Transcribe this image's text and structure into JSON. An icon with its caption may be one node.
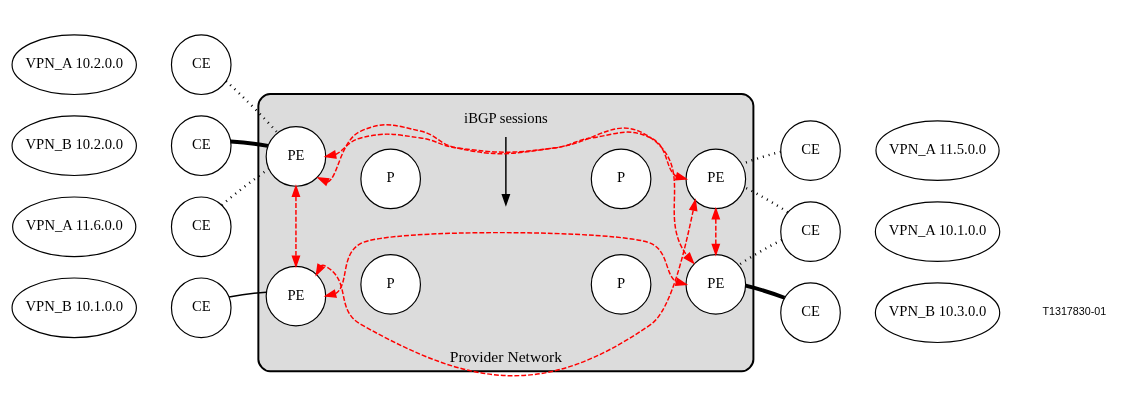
{
  "diagram": {
    "nodes": [
      {
        "text": [
          "Provider Network"
        ]
      },
      {
        "text": [
          "iBGP sessions"
        ],
        "in": 0
      },
      {
        "text": [
          "VPN_A 10.2.0.0"
        ]
      },
      {
        "text": [
          "CE"
        ]
      },
      {
        "text": [
          "VPN_B 10.2.0.0"
        ]
      },
      {
        "text": [
          "CE"
        ]
      },
      {
        "text": [
          "VPN_A 11.6.0.0"
        ]
      },
      {
        "text": [
          "CE"
        ]
      },
      {
        "text": [
          "VPN_B 10.1.0.0"
        ]
      },
      {
        "text": [
          "CE"
        ]
      },
      {
        "text": [
          "CE"
        ]
      },
      {
        "text": [
          "VPN_A 11.5.0.0"
        ]
      },
      {
        "text": [
          "CE"
        ]
      },
      {
        "text": [
          "VPN_A 10.1.0.0"
        ]
      },
      {
        "text": [
          "CE"
        ]
      },
      {
        "text": [
          "VPN_B 10.3.0.0"
        ]
      },
      {
        "text": [
          "PE"
        ],
        "in": 0
      },
      {
        "text": [
          "P"
        ],
        "in": 0
      },
      {
        "text": [
          "P"
        ],
        "in": 0
      },
      {
        "text": [
          "PE"
        ],
        "in": 0
      },
      {
        "text": [
          "PE"
        ],
        "in": 0
      },
      {
        "text": [
          "P"
        ],
        "in": 0
      },
      {
        "text": [
          "P"
        ],
        "in": 0
      },
      {
        "text": [
          "PE"
        ],
        "in": 0
      }
    ],
    "edges": [
      {
        "from": 3,
        "to": 16,
        "arrow": "none",
        "style": "dashed"
      },
      {
        "from": 5,
        "to": 16,
        "arrow": "none",
        "style": "thick"
      },
      {
        "from": 7,
        "to": 16,
        "arrow": "none",
        "style": "dashed"
      },
      {
        "from": 9,
        "to": 20,
        "arrow": "none"
      },
      {
        "from": 10,
        "to": 19,
        "arrow": "none",
        "style": "dashed"
      },
      {
        "from": 12,
        "to": 19,
        "arrow": "none",
        "style": "dashed"
      },
      {
        "from": 12,
        "to": 23,
        "arrow": "none",
        "style": "dashed"
      },
      {
        "from": 14,
        "to": 23,
        "arrow": "none",
        "style": "thick"
      },
      {
        "from": 16,
        "to": 19,
        "arrow": "both",
        "style": "dashed",
        "color": "#ff0000"
      },
      {
        "from": 16,
        "to": 23,
        "arrow": "both",
        "style": "dashed",
        "color": "#ff0000"
      },
      {
        "from": 20,
        "to": 19,
        "arrow": "both",
        "style": "dashed",
        "color": "#ff0000"
      },
      {
        "from": 20,
        "to": 23,
        "arrow": "both",
        "style": "dashed",
        "color": "#ff0000"
      },
      {
        "from": 16,
        "to": 20,
        "arrow": "both",
        "style": "dashed",
        "color": "#ff0000"
      },
      {
        "from": 19,
        "to": 23,
        "arrow": "both",
        "style": "dashed",
        "color": "#ff0000"
      },
      {
        "from": 1,
        "to": null,
        "arrow": "to"
      }
    ],
    "labels": [
      "T1317830-01"
    ]
  }
}
